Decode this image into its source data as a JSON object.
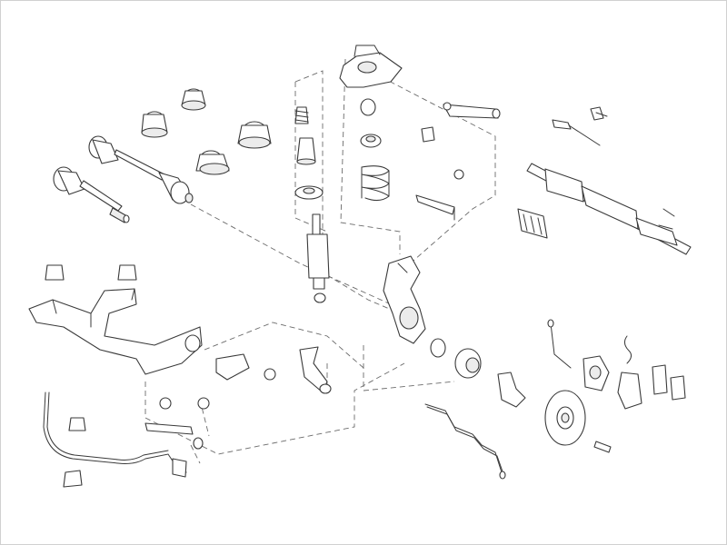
{
  "diagram": {
    "background": "#ffffff",
    "line_color": "#3a3a3a",
    "groups": [
      {
        "name": "drive-shafts"
      },
      {
        "name": "cv-joint-boots"
      },
      {
        "name": "strut-assembly"
      },
      {
        "name": "upper-control-arms"
      },
      {
        "name": "steering-rack"
      },
      {
        "name": "subframe"
      },
      {
        "name": "wheel-hub-and-brakes"
      },
      {
        "name": "stabilizer-bar"
      }
    ]
  }
}
